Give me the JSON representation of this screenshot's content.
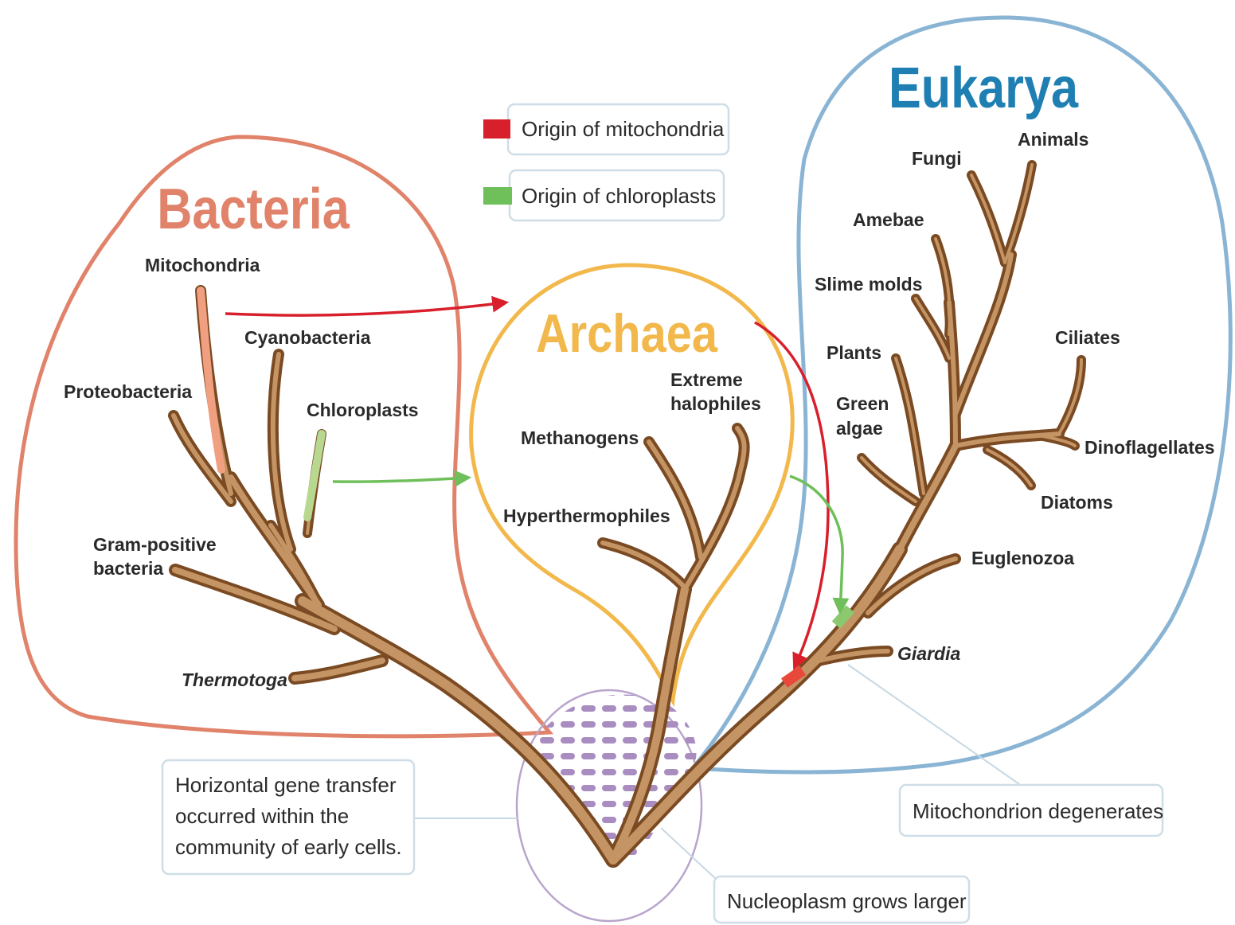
{
  "domains": {
    "bacteria": "Bacteria",
    "archaea": "Archaea",
    "eukarya": "Eukarya"
  },
  "legend": {
    "mitochondria": "Origin of mitochondria",
    "chloroplasts": "Origin of chloroplasts"
  },
  "bacteria_labels": {
    "mitochondria": "Mitochondria",
    "cyanobacteria": "Cyanobacteria",
    "chloroplasts": "Chloroplasts",
    "proteobacteria": "Proteobacteria",
    "gram_positive_1": "Gram-positive",
    "gram_positive_2": "bacteria",
    "thermotoga": "Thermotoga"
  },
  "archaea_labels": {
    "extreme_1": "Extreme",
    "extreme_2": "halophiles",
    "methanogens": "Methanogens",
    "hyperthermophiles": "Hyperthermophiles"
  },
  "eukarya_labels": {
    "animals": "Animals",
    "fungi": "Fungi",
    "amebae": "Amebae",
    "slime_molds": "Slime molds",
    "plants": "Plants",
    "ciliates": "Ciliates",
    "green_algae_1": "Green",
    "green_algae_2": "algae",
    "dinoflagellates": "Dinoflagellates",
    "diatoms": "Diatoms",
    "euglenozoa": "Euglenozoa",
    "giardia": "Giardia"
  },
  "notes": {
    "hgt_1": "Horizontal gene transfer",
    "hgt_2": "occurred within the",
    "hgt_3": "community of early cells.",
    "mito_degenerates": "Mitochondrion degenerates",
    "nucleoplasm": "Nucleoplasm grows larger"
  },
  "colors": {
    "bacteria": "#e0836a",
    "archaea": "#f2b84b",
    "eukarya": "#1f7fb3",
    "eukarya_outline": "#8ab4d4",
    "mitochondria_arrow": "#d8202c",
    "chloroplast_arrow": "#6fbf5a",
    "branch": "#a8703e",
    "community": "#a98cc0"
  }
}
